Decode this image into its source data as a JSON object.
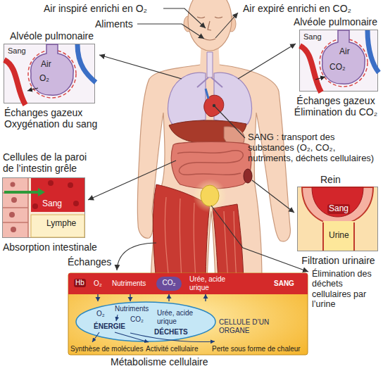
{
  "diagram": {
    "nodes": [
      {
        "text": [
          "Alvéole pulmonaire",
          "Air",
          "O₂",
          "Sang",
          "Échanges gazeux Oxygénation du sang"
        ]
      },
      {
        "text": [
          "Alvéole pulmonaire",
          "Air",
          "CO₂",
          "Sang",
          "Échanges gazeux Élimination du CO₂"
        ]
      },
      {
        "text": [
          "Cellules de la paroi de l’intestin grêle",
          "Sang",
          "Lymphe",
          "Absorption intestinale"
        ]
      },
      {
        "text": [
          "Rein",
          "Sang",
          "Urine",
          "Filtration urinaire"
        ]
      },
      {
        "text": [
          "Métabolisme cellulaire",
          "Synthèse de molécules",
          "Activité cellulaire",
          "Perte sous forme de chaleur"
        ]
      },
      {
        "text": [
          "Hb",
          "O₂",
          "Nutriments",
          "Urée, acide urique",
          "SANG"
        ],
        "in": 4
      },
      {
        "text": [
          "CO₂"
        ],
        "in": 5
      },
      {
        "text": [
          "CELLULE D’UN ORGANE",
          "O₂",
          "Nutriments",
          "CO₂",
          "Urée, acide urique",
          "ÉNERGIE",
          "DÉCHETS"
        ],
        "in": 4
      }
    ],
    "edges": [
      {
        "from": 5,
        "to": 7,
        "arrow": "to"
      },
      {
        "from": 5,
        "to": 7,
        "arrow": "to"
      },
      {
        "from": 7,
        "to": 5,
        "arrow": "to"
      },
      {
        "from": 7,
        "to": 5,
        "arrow": "to"
      }
    ],
    "labels": [
      "Air inspiré enrichi en O₂",
      "Aliments",
      "Air expiré enrichi en CO₂",
      "SANG : transport des substances (O₂, CO₂, nutriments, déchets cellulaires)",
      "Échanges",
      "Élimination des déchets cellulaires par l’urine"
    ]
  }
}
